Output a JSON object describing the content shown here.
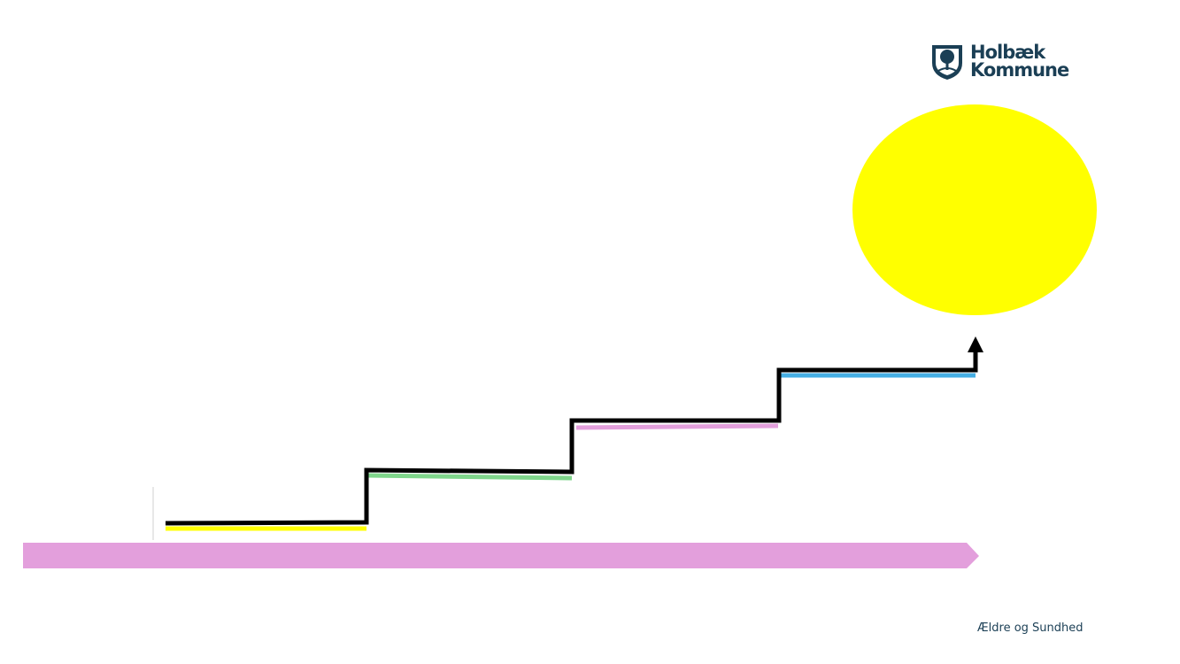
{
  "logo": {
    "line1": "Holbæk",
    "line2": "Kommune",
    "crest_icon": "municipal-crest-icon"
  },
  "footer": {
    "text": "Ældre og Sundhed"
  },
  "colors": {
    "sun": "#ffff00",
    "timeline_arrow": "#e39fdc",
    "steps": "#000000",
    "step_underlines": [
      "#ffff00",
      "#7fd68b",
      "#e39fdc",
      "#45aee3"
    ],
    "text": "#1b3f55"
  },
  "diagram": {
    "step_count": 4,
    "goal_icon": "sun-circle",
    "direction_icon": "up-arrow-icon"
  }
}
